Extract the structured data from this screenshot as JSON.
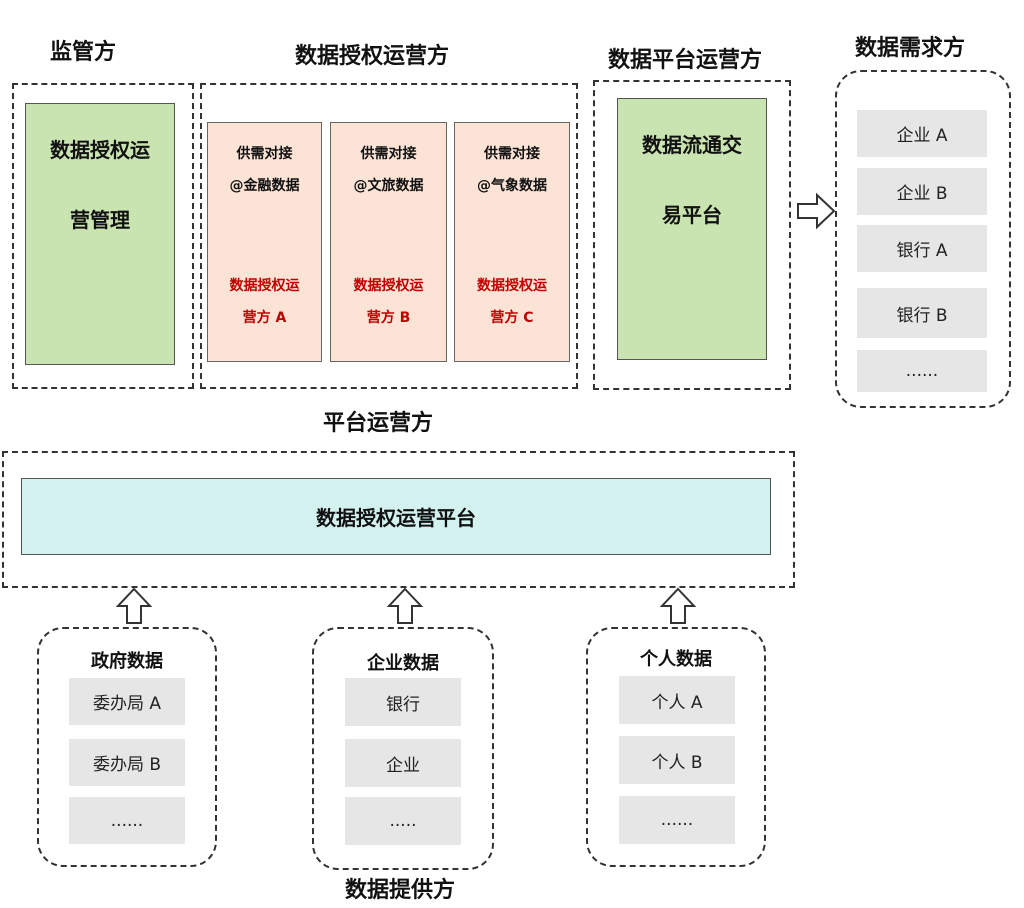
{
  "headings": {
    "regulator": "监管方",
    "authorization_operator": "数据授权运营方",
    "platform_operator": "数据平台运营方",
    "demand_side": "数据需求方",
    "platform_side": "平台运营方",
    "provider_side": "数据提供方"
  },
  "regulator_box": {
    "line1": "数据授权运",
    "line2": "营管理"
  },
  "operators": [
    {
      "line1": "供需对接",
      "line2": "@金融数据",
      "red1": "数据授权运",
      "red2": "营方 A"
    },
    {
      "line1": "供需对接",
      "line2": "@文旅数据",
      "red1": "数据授权运",
      "red2": "营方 B"
    },
    {
      "line1": "供需对接",
      "line2": "@气象数据",
      "red1": "数据授权运",
      "red2": "营方 C"
    }
  ],
  "exchange_box": {
    "line1": "数据流通交",
    "line2": "易平台"
  },
  "demand_items": [
    "企业 A",
    "企业 B",
    "银行 A",
    "银行 B",
    "......"
  ],
  "platform_bar": "数据授权运营平台",
  "providers": [
    {
      "title": "政府数据",
      "items": [
        "委办局 A",
        "委办局 B",
        "......"
      ]
    },
    {
      "title": "企业数据",
      "items": [
        "银行",
        "企业",
        "....."
      ]
    },
    {
      "title": "个人数据",
      "items": [
        "个人 A",
        "个人 B",
        "......"
      ]
    }
  ],
  "colors": {
    "green": "#c9e3b1",
    "peach": "#fbe3d6",
    "red_text": "#c00000",
    "gray_item": "#e6e6e6",
    "teal": "#d3f2ef"
  }
}
